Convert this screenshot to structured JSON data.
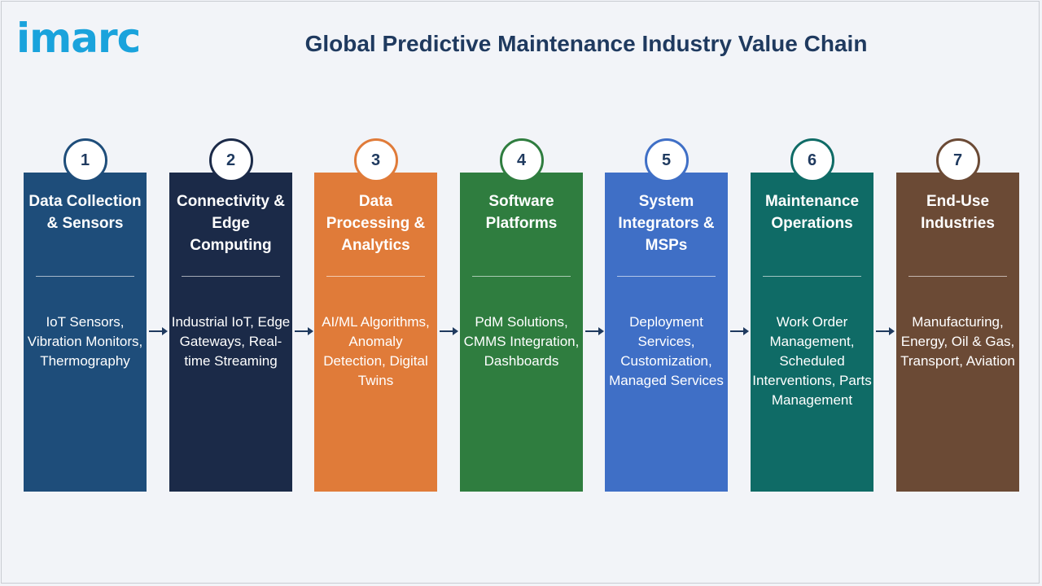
{
  "logo": {
    "text": "imarc",
    "color": "#1aa3dc"
  },
  "title": "Global Predictive Maintenance Industry Value Chain",
  "stages": [
    {
      "number": "1",
      "heading": "Data Collection & Sensors",
      "description": "IoT Sensors, Vibration Monitors, Thermography",
      "color": "#1e4d7a",
      "ring": "#1e4d7a"
    },
    {
      "number": "2",
      "heading": "Connectivity & Edge Computing",
      "description": "Industrial IoT, Edge Gateways, Real-time Streaming",
      "color": "#1b2a48",
      "ring": "#1b2a48"
    },
    {
      "number": "3",
      "heading": "Data Processing & Analytics",
      "description": "AI/ML Algorithms, Anomaly Detection, Digital Twins",
      "color": "#e07b39",
      "ring": "#e07b39"
    },
    {
      "number": "4",
      "heading": "Software Platforms",
      "description": "PdM Solutions, CMMS Integration, Dashboards",
      "color": "#2f7d3f",
      "ring": "#2f7d3f"
    },
    {
      "number": "5",
      "heading": "System Integrators & MSPs",
      "description": "Deployment Services, Customization, Managed Services",
      "color": "#3f6fc6",
      "ring": "#3f6fc6"
    },
    {
      "number": "6",
      "heading": "Maintenance Operations",
      "description": "Work Order Management, Scheduled Interventions, Parts Management",
      "color": "#0f6b66",
      "ring": "#0f6b66"
    },
    {
      "number": "7",
      "heading": "End-Use Industries",
      "description": "Manufacturing, Energy, Oil & Gas, Transport, Aviation",
      "color": "#6b4a35",
      "ring": "#6b4a35"
    }
  ],
  "arrow_color": "#1f3a5f"
}
